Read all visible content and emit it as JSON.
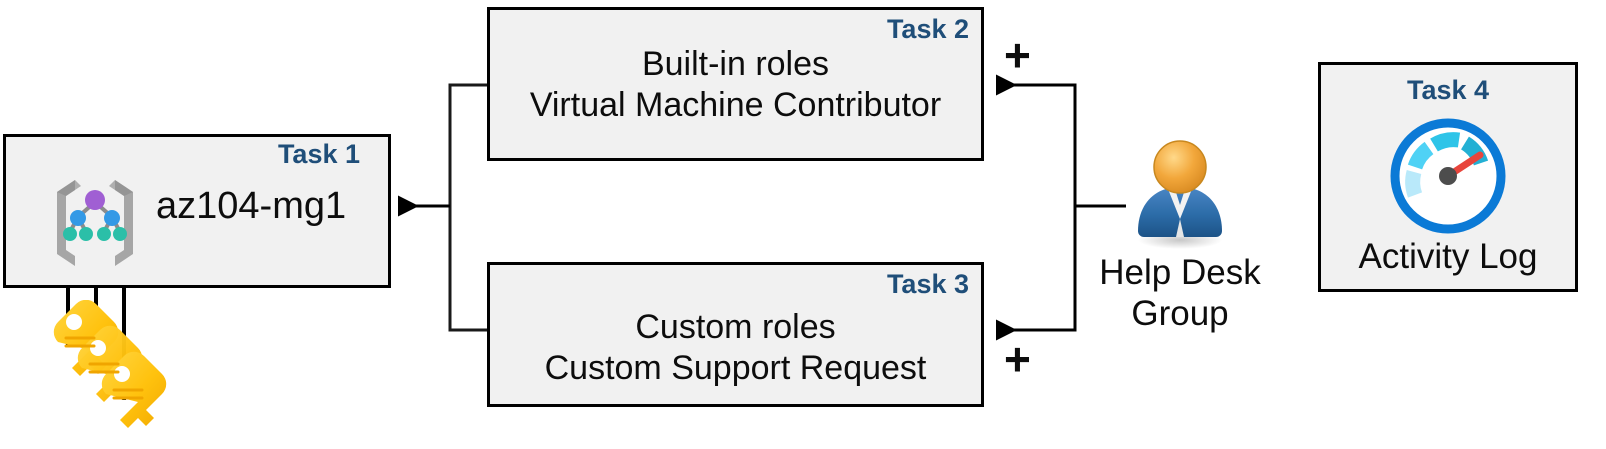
{
  "diagram": {
    "title": "Azure RBAC task diagram",
    "accent_color": "#1f4e79",
    "box_fill": "#f1f1f1",
    "box_border": "#000000"
  },
  "tasks": [
    {
      "tag": "Task 1",
      "label": "az104-mg1",
      "icon": "management-group-icon"
    },
    {
      "tag": "Task 2",
      "text": "Built-in roles\nVirtual Machine Contributor"
    },
    {
      "tag": "Task 3",
      "text": "Custom roles\nCustom Support Request"
    },
    {
      "tag": "Task 4",
      "caption": "Activity Log",
      "icon": "gauge-icon"
    }
  ],
  "actor": {
    "name": "Help Desk\nGroup",
    "icon": "user-group-icon"
  },
  "keys": {
    "icon": "keys-icon",
    "count": 3
  },
  "operators": {
    "plus_top": "+",
    "plus_bottom": "+"
  },
  "colors": {
    "task_label": "#1f4e79",
    "key_yellow": "#ffc20e",
    "key_gold": "#f5a800",
    "person_suit": "#2e6da4",
    "person_head": "#f0a830",
    "gauge_ring": "#0078d7",
    "gauge_needle": "#e8453c",
    "mg_node_top": "#a05fd3",
    "mg_node_mid": "#3399e6",
    "mg_node_leaf": "#2bbfa8",
    "mg_bracket": "#a0a0a0"
  }
}
